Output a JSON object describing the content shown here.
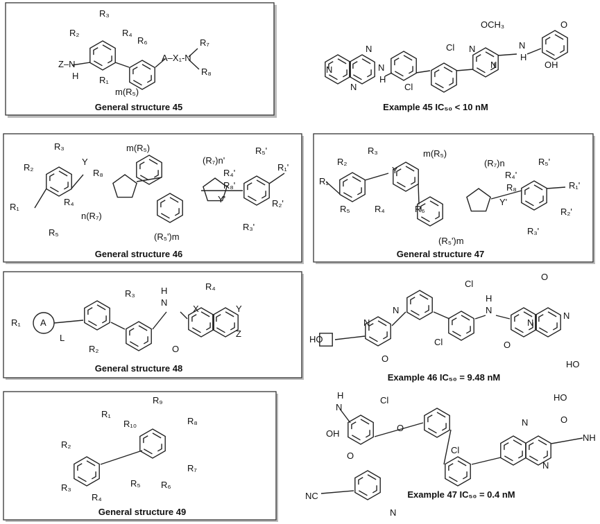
{
  "panels": {
    "gs45": {
      "caption": "General structure 45",
      "labels": [
        "R₃",
        "R₂",
        "R₄",
        "R₆",
        "Z–N",
        "H",
        "R₁",
        "m(R₅)",
        "A–X₁-N",
        "R₇",
        "R₈"
      ]
    },
    "ex45": {
      "caption": "Example 45   IC₅₀ < 10 nM",
      "labels": [
        "OCH₃",
        "O",
        "N",
        "N",
        "N",
        "N",
        "H",
        "Cl",
        "Cl",
        "N",
        "N",
        "N",
        "H",
        "OH"
      ]
    },
    "gs46": {
      "caption": "General structure 46",
      "labels": [
        "R₃",
        "R₂",
        "Y",
        "R₈",
        "R₁",
        "R₄",
        "R₅",
        "n(R₇)",
        "m(R₅)",
        "(R₇)n'",
        "R₄'",
        "R₅'",
        "R₈'",
        "Y'",
        "R₁'",
        "R₂'",
        "R₃'",
        "(R₅')m"
      ]
    },
    "gs47": {
      "caption": "General structure 47",
      "labels": [
        "R₃",
        "R₂",
        "Y",
        "R₁",
        "R₄",
        "R₅",
        "R₆",
        "m(R₅)",
        "(R₇)n",
        "R₄'",
        "R₅'",
        "R₈",
        "Y'",
        "R₁'",
        "R₂'",
        "R₃'",
        "(R₅')m"
      ]
    },
    "gs48": {
      "caption": "General structure 48",
      "labels": [
        "R₁",
        "A",
        "L",
        "R₂",
        "R₃",
        "N",
        "H",
        "O",
        "X",
        "R₄",
        "Y",
        "Z"
      ]
    },
    "ex46": {
      "caption": "Example 46  IC₅₀ = 9.48 nM",
      "labels": [
        "HO",
        "N",
        "N",
        "O",
        "Cl",
        "Cl",
        "N",
        "H",
        "O",
        "N",
        "N",
        "O",
        "HO"
      ]
    },
    "gs49": {
      "caption": "General structure 49",
      "labels": [
        "R₉",
        "R₁₀",
        "R₁",
        "R₈",
        "R₂",
        "R₇",
        "R₆",
        "R₅",
        "R₃",
        "R₄"
      ]
    },
    "ex47": {
      "caption": "Example 47   IC₅₀ = 0.4 nM",
      "labels": [
        "H",
        "N",
        "OH",
        "Cl",
        "O",
        "O",
        "N",
        "NC",
        "Cl",
        "N",
        "N",
        "O",
        "HO",
        "NH"
      ]
    }
  }
}
